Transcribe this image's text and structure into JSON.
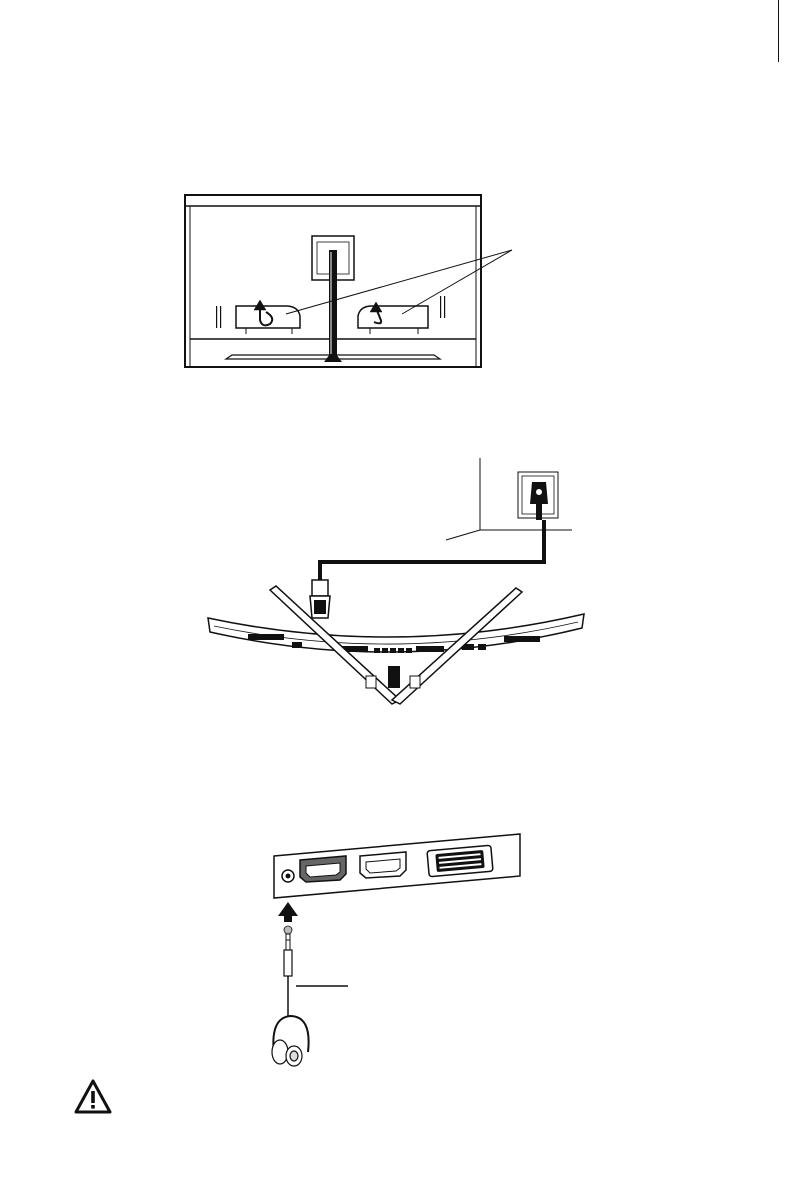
{
  "page": {
    "figures": [
      {
        "name": "rear-view-cable-covers"
      },
      {
        "name": "power-cable-to-wall-outlet"
      },
      {
        "name": "headphone-jack-connection"
      }
    ],
    "warning_icon": "warning-triangle-icon",
    "icons": [
      "warning-triangle-icon",
      "up-arrow-icon",
      "headphones-icon",
      "power-plug-icon",
      "wall-outlet-icon"
    ]
  }
}
